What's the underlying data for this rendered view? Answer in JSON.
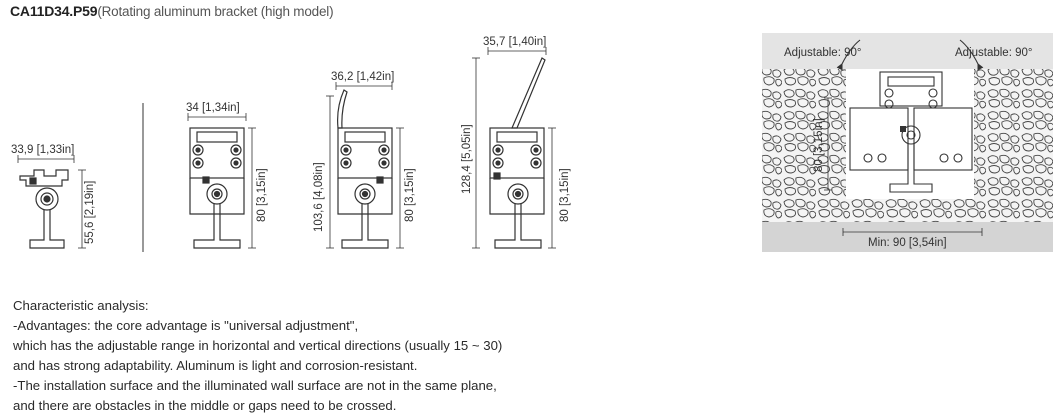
{
  "title": {
    "code": "CA11D34.P59",
    "description": "(Rotating aluminum bracket (high  model)"
  },
  "dimensions": {
    "d1_width": "33,9 [1,33in]",
    "d1_height": "55,6 [2,19in]",
    "d2_width": "34 [1,34in]",
    "d2_height": "80 [3,15in]",
    "d3_width": "36,2 [1,42in]",
    "d3_height_arm": "103,6 [4,08in]",
    "d3_height": "80 [3,15in]",
    "d4_width": "35,7 [1,40in]",
    "d4_height_arm": "128,4 [5,05in]",
    "d4_height": "80 [3,15in]"
  },
  "install": {
    "adjust_left": "Adjustable: 90°",
    "adjust_right": "Adjustable: 90°",
    "height": "80 [3,15in]",
    "min_gap": "Min:  90 [3,54in]"
  },
  "analysis": {
    "heading": "Characteristic analysis:",
    "lines": [
      "-Advantages: the core advantage is \"universal adjustment\",",
      "which has the adjustable range in horizontal and vertical directions (usually 15 ~ 30)",
      "and has strong adaptability. Aluminum is light and corrosion-resistant.",
      "-The installation surface and the illuminated wall surface are not in the same plane,",
      "and there are obstacles in the middle or gaps need to be crossed."
    ]
  },
  "colors": {
    "stone_bg": "#efefef",
    "floor": "#d4d4d4",
    "line": "#333333"
  }
}
